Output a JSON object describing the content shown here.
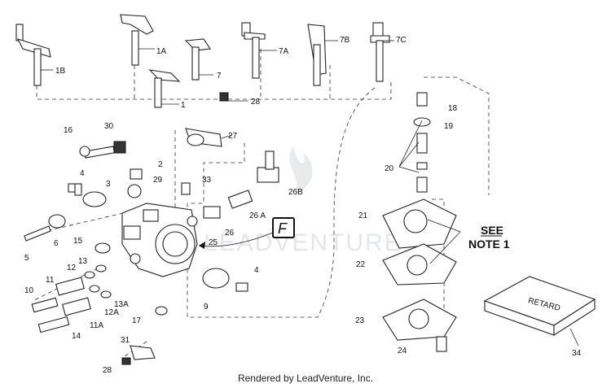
{
  "footer_text": "Rendered by LeadVenture, Inc.",
  "watermark_text": "LEADVENTURE",
  "see_note": {
    "line1": "SEE",
    "line2": "NOTE 1"
  },
  "frame_letter": "F",
  "part_labels": {
    "p1B": "1B",
    "p1A": "1A",
    "p7": "7",
    "p1": "1",
    "p7A": "7A",
    "p7B": "7B",
    "p7C": "7C",
    "p28a": "28",
    "p18": "18",
    "p19": "19",
    "p16": "16",
    "p30": "30",
    "p27": "27",
    "p2": "2",
    "p4a": "4",
    "p3": "3",
    "p29": "29",
    "p33": "33",
    "p20": "20",
    "p26B": "26B",
    "p26A": "26 A",
    "p26": "26",
    "p21": "21",
    "p25": "25",
    "p6": "6",
    "p5": "5",
    "p15": "15",
    "p13": "13",
    "p12": "12",
    "p11": "11",
    "p10": "10",
    "p13A": "13A",
    "p12A": "12A",
    "p4b": "4",
    "p22": "22",
    "p9": "9",
    "p17": "17",
    "p11A": "11A",
    "p14": "14",
    "p23": "23",
    "p24": "24",
    "p31": "31",
    "p28b": "28",
    "p34": "34"
  },
  "kit_box_text": "RETARD"
}
